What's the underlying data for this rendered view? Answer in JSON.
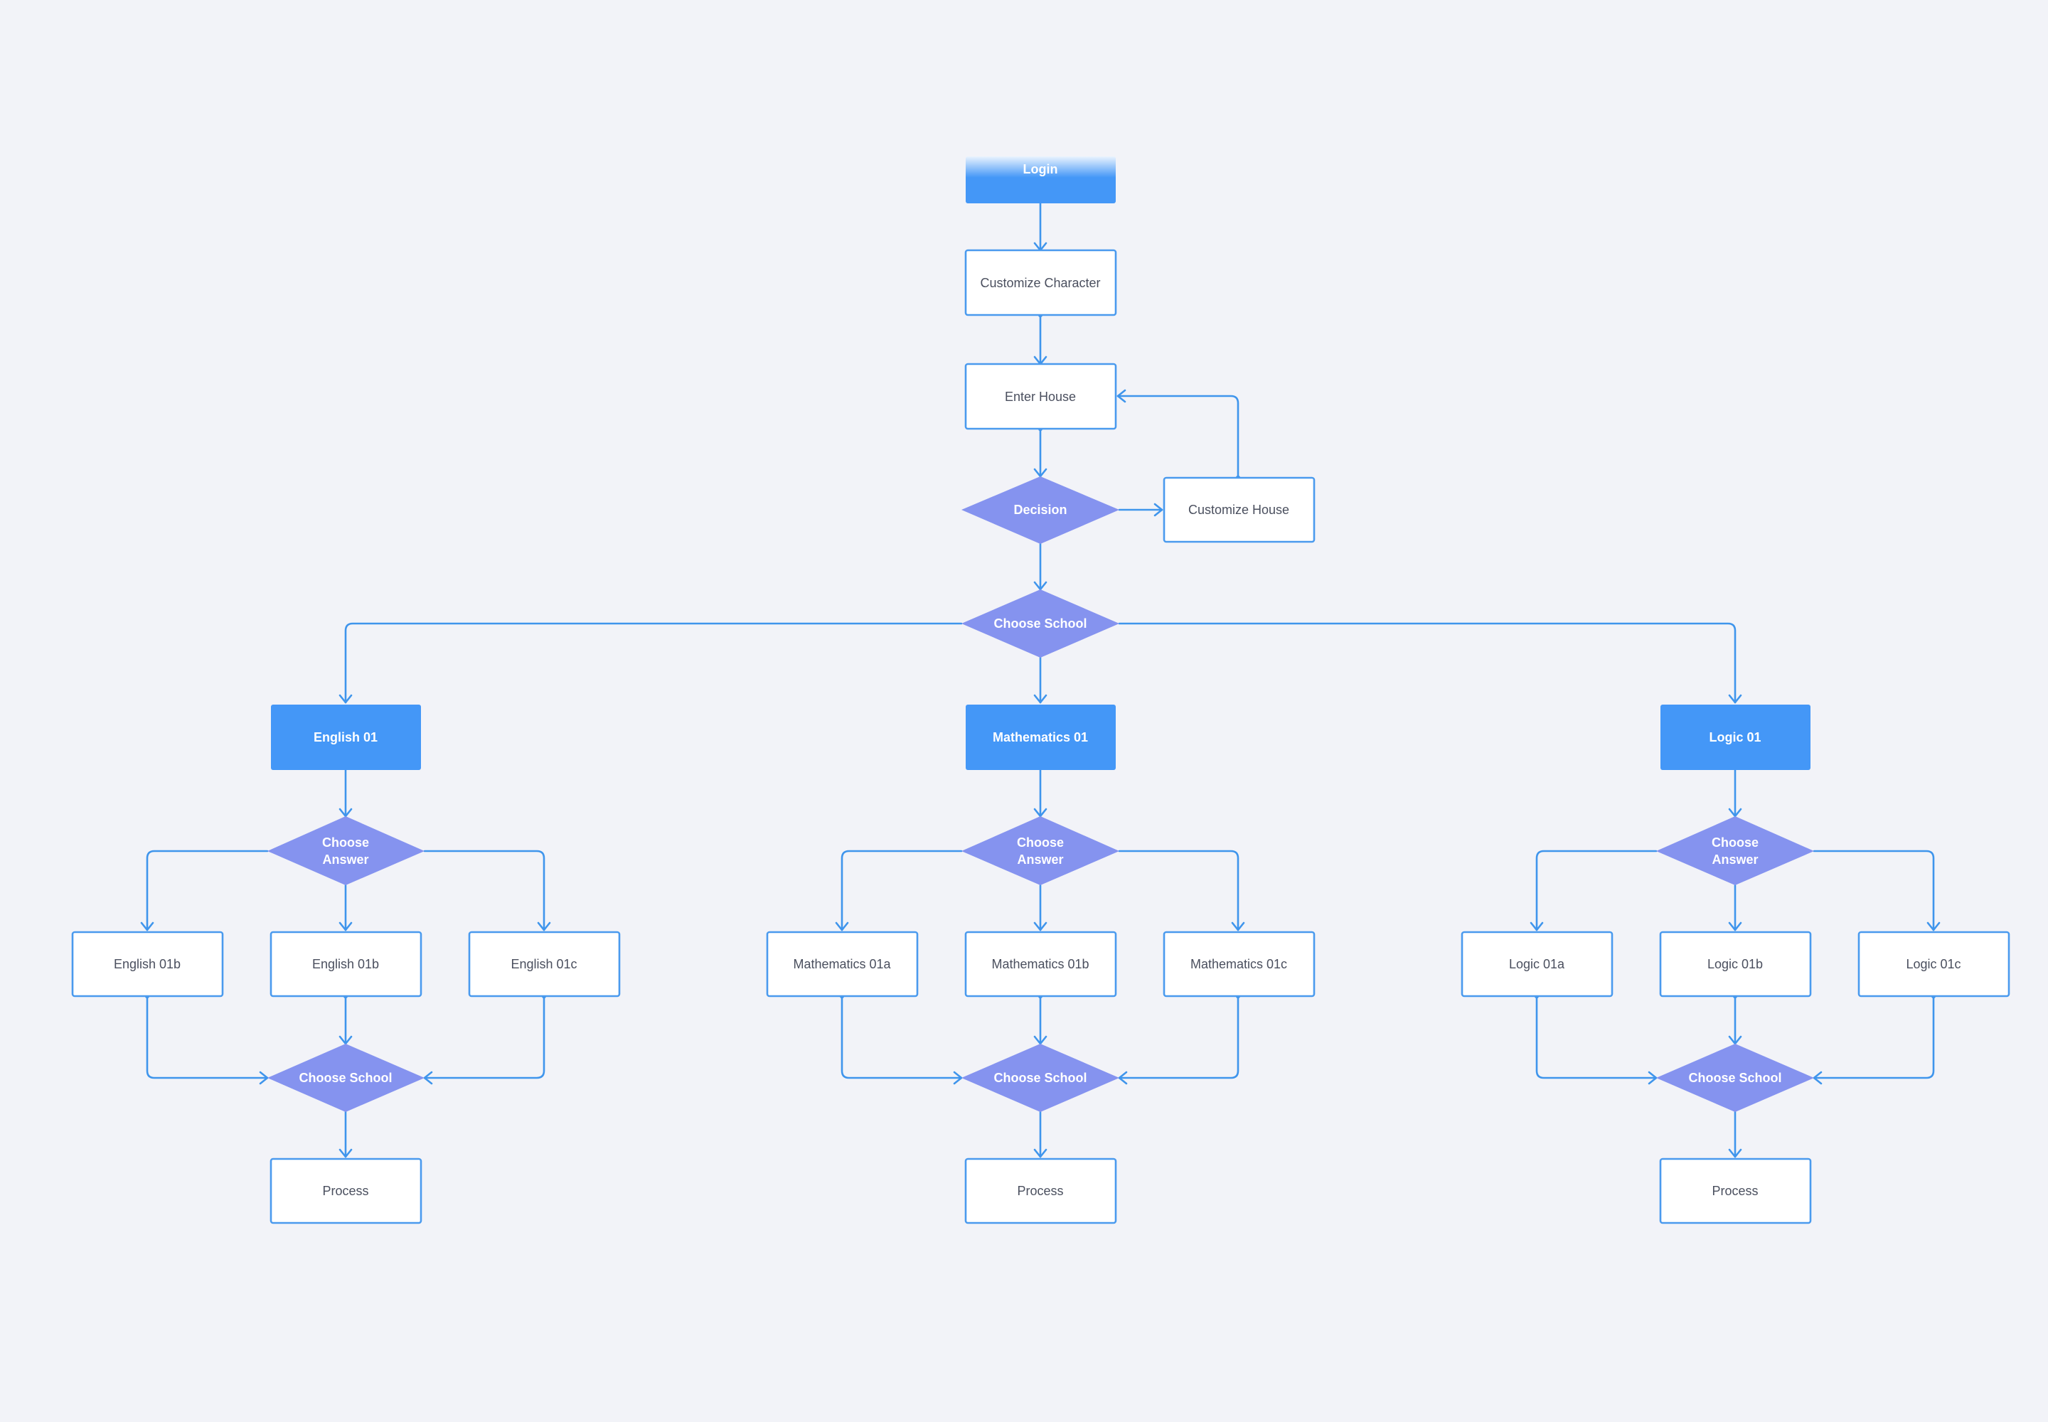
{
  "nodes": {
    "login": "Login",
    "customize_character": "Customize Character",
    "enter_house": "Enter House",
    "decision": "Decision",
    "customize_house": "Customize House",
    "choose_school_main": "Choose School",
    "english": {
      "head": "English 01",
      "choose_answer": [
        "Choose",
        "Answer"
      ],
      "options": [
        "English 01b",
        "English 01b",
        "English 01c"
      ],
      "choose_school": "Choose School",
      "process": "Process"
    },
    "mathematics": {
      "head": "Mathematics 01",
      "choose_answer": [
        "Choose",
        "Answer"
      ],
      "options": [
        "Mathematics 01a",
        "Mathematics 01b",
        "Mathematics 01c"
      ],
      "choose_school": "Choose School",
      "process": "Process"
    },
    "logic": {
      "head": "Logic 01",
      "choose_answer": [
        "Choose",
        "Answer"
      ],
      "options": [
        "Logic 01a",
        "Logic 01b",
        "Logic 01c"
      ],
      "choose_school": "Choose School",
      "process": "Process"
    }
  },
  "colors": {
    "background": "#f2f3f8",
    "connector": "#3f95ec",
    "process_fill": "#4497f7",
    "decision_fill": "#8593ef",
    "box_border": "#4a9aee",
    "box_text": "#4a4f5e"
  }
}
